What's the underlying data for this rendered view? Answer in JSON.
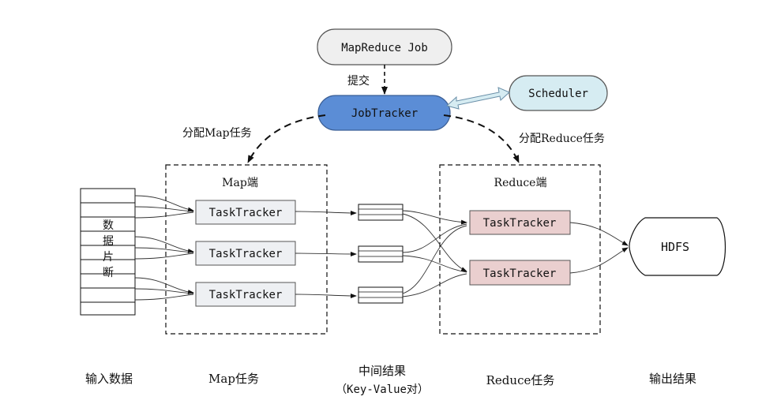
{
  "nodes": {
    "mapreduce_job": "MapReduce Job",
    "jobtracker": "JobTracker",
    "scheduler": "Scheduler",
    "hdfs": "HDFS",
    "map_tasktracker": "TaskTracker",
    "reduce_tasktracker": "TaskTracker"
  },
  "edges": {
    "submit": "提交",
    "assign_map": "分配Map任务",
    "assign_reduce": "分配Reduce任务"
  },
  "groups": {
    "map_side": "Map端",
    "reduce_side": "Reduce端"
  },
  "data_split": [
    "数",
    "据",
    "片",
    "断"
  ],
  "columns": {
    "input": "输入数据",
    "map_task": "Map任务",
    "intermediate": "中间结果",
    "intermediate_sub": "（Key-Value对）",
    "reduce_task": "Reduce任务",
    "output": "输出结果"
  },
  "colors": {
    "jobtracker_fill": "#5b8dd6",
    "scheduler_fill": "#d6ecf2",
    "job_fill": "#efefef",
    "map_tracker_fill": "#eef0f3",
    "reduce_tracker_fill": "#eacfcf"
  }
}
